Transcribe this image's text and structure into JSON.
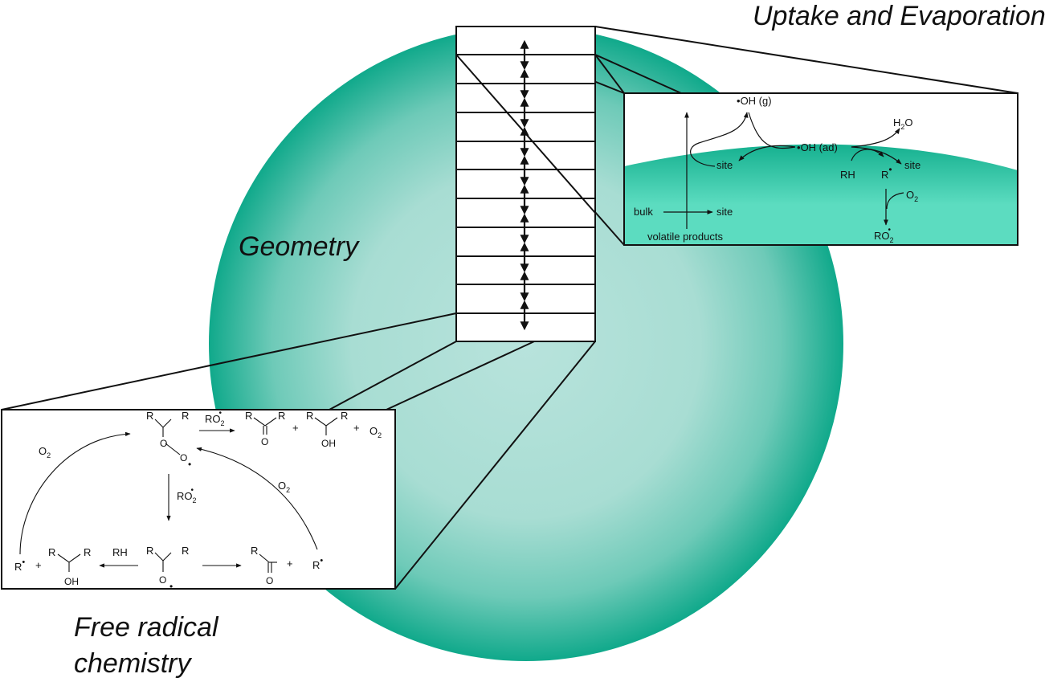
{
  "labels": {
    "uptake_evaporation": "Uptake and Evaporation",
    "geometry": "Geometry",
    "free_radical_line1": "Free radical",
    "free_radical_line2": "chemistry"
  },
  "colors": {
    "sphere_center": "#b8e3dc",
    "sphere_edge": "#10a98b",
    "surface_fill": "#5cdcc0",
    "surface_top": "#15b08f",
    "line": "#111111"
  },
  "surface_inset": {
    "oh_gas": "OH (g)",
    "oh_adsorbed": "OH (ad)",
    "water": "H",
    "water_sub": "2",
    "water_end": "O",
    "site_left": "site",
    "site_right": "site",
    "site_bulk": "site",
    "rh": "RH",
    "r_radical": "R",
    "o2": "O",
    "o2_sub": "2",
    "ro2": "RO",
    "ro2_sub": "2",
    "bulk": "bulk",
    "volatile_products": "volatile products"
  },
  "chemistry_inset": {
    "r": "R",
    "ro2_top": "RO",
    "ro2_top_sub": "2",
    "ro2_mid": "RO",
    "ro2_mid_sub": "2",
    "o2_left": "O",
    "o2_left_sub": "2",
    "o2_right": "O",
    "o2_right_sub": "2",
    "o2_product": "O",
    "o2_product_sub": "2",
    "o_atom": "O",
    "oh_group": "OH",
    "rh": "RH",
    "plus": "+"
  }
}
